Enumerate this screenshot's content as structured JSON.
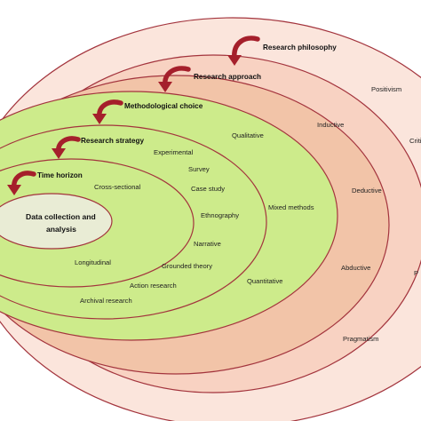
{
  "colors": {
    "outer_fill": "#fbe5dc",
    "philosophy_fill": "#f8d2c2",
    "approach_fill": "#f2c4a8",
    "inner_fill": "#cdeb8b",
    "core_fill": "#e9ecd5",
    "ring_stroke": "#a3343d",
    "arrow": "#a51f2b"
  },
  "layers": {
    "philosophy": {
      "title": "Research philosophy",
      "items": [
        "Positivism",
        "Criti",
        "Pragmatism",
        "P"
      ]
    },
    "approach": {
      "title": "Research approach",
      "items": [
        "Inductive",
        "Deductive",
        "Abductive"
      ]
    },
    "choice": {
      "title": "Methodological choice",
      "items": [
        "Qualitative",
        "Mixed methods",
        "Quantitative"
      ]
    },
    "strategy": {
      "title": "Research strategy",
      "items": [
        "Experimental",
        "Survey",
        "Case study",
        "Ethnography",
        "Narrative",
        "Grounded theory",
        "Action research",
        "Archival research"
      ]
    },
    "horizon": {
      "title": "Time horizon",
      "items": [
        "Cross-sectional",
        "Longitudinal"
      ]
    },
    "core": {
      "line1": "Data collection and",
      "line2": "analysis"
    }
  }
}
